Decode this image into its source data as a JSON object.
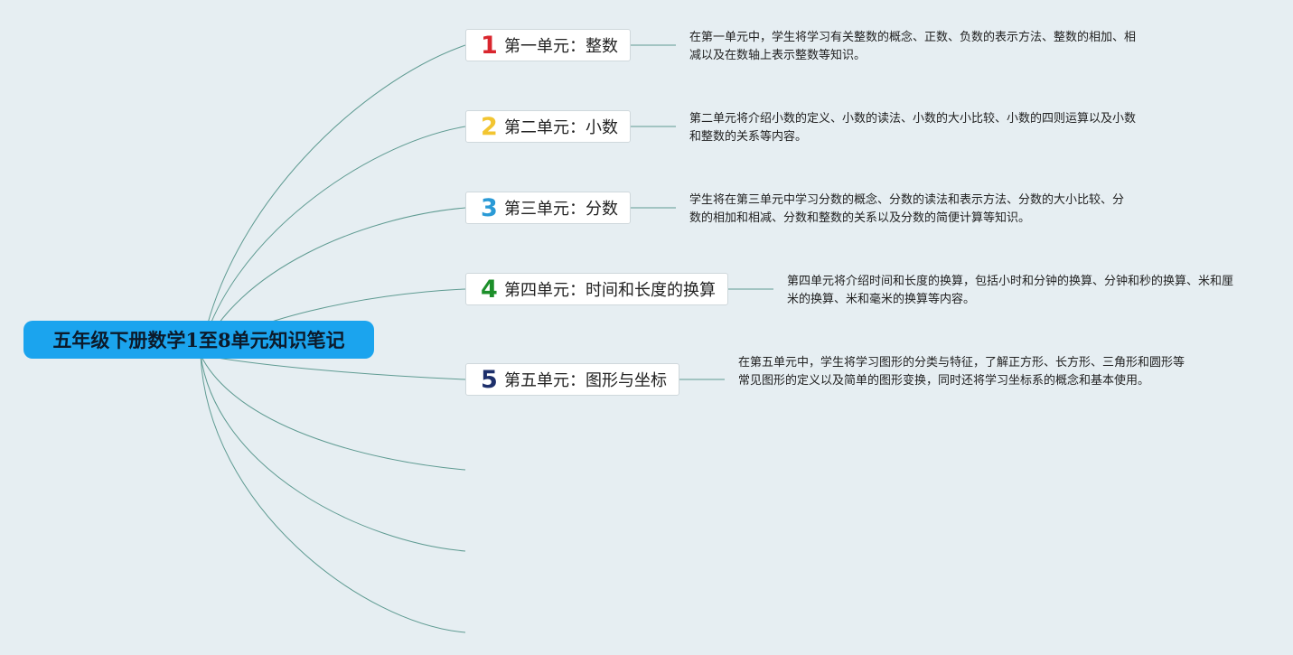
{
  "root": {
    "title": "五年级下册数学1至8单元知识笔记",
    "color": "#1ba4ee"
  },
  "units": [
    {
      "number": "1",
      "number_color": "#d9262e",
      "label": "第一单元：整数",
      "description": "在第一单元中，学生将学习有关整数的概念、正数、负数的表示方法、整数的相加、相减以及在数轴上表示整数等知识。"
    },
    {
      "number": "2",
      "number_color": "#f2c531",
      "label": "第二单元：小数",
      "description": "第二单元将介绍小数的定义、小数的读法、小数的大小比较、小数的四则运算以及小数和整数的关系等内容。"
    },
    {
      "number": "3",
      "number_color": "#2a9ad6",
      "label": "第三单元：分数",
      "description": "学生将在第三单元中学习分数的概念、分数的读法和表示方法、分数的大小比较、分数的相加和相减、分数和整数的关系以及分数的简便计算等知识。"
    },
    {
      "number": "4",
      "number_color": "#1c8f2a",
      "label": "第四单元：时间和长度的换算",
      "description": "第四单元将介绍时间和长度的换算，包括小时和分钟的换算、分钟和秒的换算、米和厘米的换算、米和毫米的换算等内容。"
    },
    {
      "number": "5",
      "number_color": "#1d2f6b",
      "label": "第五单元：图形与坐标",
      "description": "在第五单元中，学生将学习图形的分类与特征，了解正方形、长方形、三角形和圆形等常见图形的定义以及简单的图形变换，同时还将学习坐标系的概念和基本使用。"
    }
  ],
  "colors": {
    "background": "#e6eef2",
    "connector": "#5f9b92"
  }
}
